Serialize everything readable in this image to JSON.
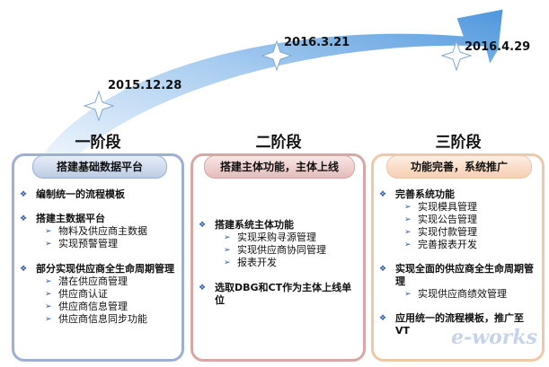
{
  "timeline": {
    "dates": [
      "2015.12.28",
      "2016.3.21",
      "2016.4.29"
    ]
  },
  "phases": [
    {
      "title": "一阶段",
      "header": "搭建基础数据平台",
      "items": [
        {
          "label": "编制统一的流程模板",
          "subs": []
        },
        {
          "label": "搭建主数据平台",
          "subs": [
            "物料及供应商主数据",
            "实现预警管理"
          ]
        },
        {
          "label": "部分实现供应商全生命周期管理",
          "subs": [
            "潜在供应商管理",
            "供应商认证",
            "供应商信息管理",
            "供应商信息同步功能"
          ]
        }
      ]
    },
    {
      "title": "二阶段",
      "header": "搭建主体功能，主体上线",
      "items": [
        {
          "label": "搭建系统主体功能",
          "subs": [
            "实现采购寻源管理",
            "实现供应商协同管理",
            "报表开发"
          ]
        },
        {
          "label": "选取DBG和CT作为主体上线单位",
          "subs": []
        }
      ]
    },
    {
      "title": "三阶段",
      "header": "功能完善，系统推广",
      "items": [
        {
          "label": "完善系统功能",
          "subs": [
            "实现模具管理",
            "实现公告管理",
            "实现付款管理",
            "完善报表开发"
          ]
        },
        {
          "label": "实现全面的供应商全生命周期管理",
          "subs": [
            "实现供应商绩效管理"
          ]
        },
        {
          "label": "应用统一的流程模板，推广至VT",
          "subs": []
        }
      ]
    }
  ],
  "watermark": "e-works",
  "colors": {
    "arrow": "#79aee2",
    "panel1": "#9db0d4",
    "panel2": "#d8a7a5",
    "panel3": "#efc8a8",
    "bullet": "#2f5aa8"
  }
}
